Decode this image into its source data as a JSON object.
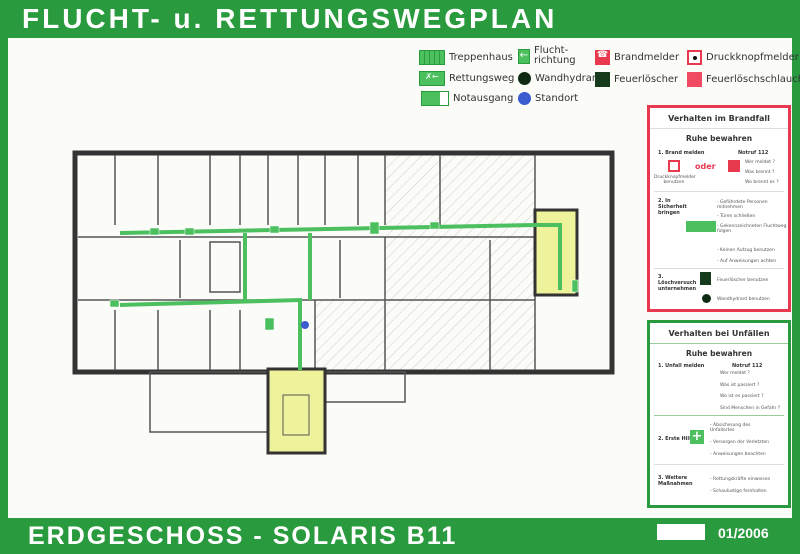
{
  "header": {
    "title": "FLUCHT- u. RETTUNGSWEGPLAN"
  },
  "footer": {
    "floor": "ERDGESCHOSS - SOLARIS B11",
    "date": "01/2006"
  },
  "legend": [
    {
      "label": "Treppenhaus",
      "icon": "stairwell-icon"
    },
    {
      "label": "Flucht-richtung",
      "icon": "escape-direction-icon"
    },
    {
      "label": "Brandmelder",
      "icon": "fire-alarm-icon"
    },
    {
      "label": "Druckknopfmelder",
      "icon": "push-button-alarm-icon"
    },
    {
      "label": "Rettungsweg",
      "icon": "escape-route-icon"
    },
    {
      "label": "Wandhydrant",
      "icon": "wall-hydrant-icon"
    },
    {
      "label": "Feuerlöscher",
      "icon": "fire-extinguisher-icon"
    },
    {
      "label": "Feuerlöschschlauch",
      "icon": "fire-hose-icon"
    },
    {
      "label": "Notausgang",
      "icon": "emergency-exit-icon"
    },
    {
      "label": "Standort",
      "icon": "you-are-here-icon"
    }
  ],
  "colors": {
    "green": "#2a9a3e",
    "red": "#e8394f",
    "route": "#4cbf5e",
    "stair": "#eef29a",
    "standort": "#3b5bd0"
  },
  "fire": {
    "title": "Verhalten im Brandfall",
    "calm": "Ruhe bewahren",
    "step1": "1. Brand melden",
    "notruf": "Notruf   112",
    "oder": "oder",
    "button_caption": "Druckknopfmelder benutzen",
    "questions": [
      "Wer meldet ?",
      "Was brennt ?",
      "Wo brennt es ?"
    ],
    "step2": "2. In Sicherheit bringen",
    "actions": [
      "- Gefährdete Personen mitnehmen",
      "- Türen schließen",
      "- Gekennzeichneten Fluchtweg folgen",
      "- Keinen Aufzug benutzen",
      "- Auf Anweisungen achten"
    ],
    "step3": "3. Löschversuch unternehmen",
    "ext": "Feuerlöscher benutzen",
    "hyd": "Wandhydrant benutzen"
  },
  "accident": {
    "title": "Verhalten bei Unfällen",
    "calm": "Ruhe bewahren",
    "step1": "1. Unfall melden",
    "notruf": "Notruf   112",
    "questions": [
      "Wer meldet ?",
      "Was ist passiert ?",
      "Wo ist es passiert ?",
      "Sind Menschen in Gefahr ?"
    ],
    "step2": "2. Erste Hilfe",
    "actions": [
      "- Absicherung des Unfallortes",
      "- Versorgen der Verletzten",
      "- Anweisungen beachten"
    ],
    "step3": "3. Weitere Maßnahmen",
    "further": [
      "- Rettungskräfte einweisen",
      "- Schaulustige fernhalten"
    ]
  }
}
